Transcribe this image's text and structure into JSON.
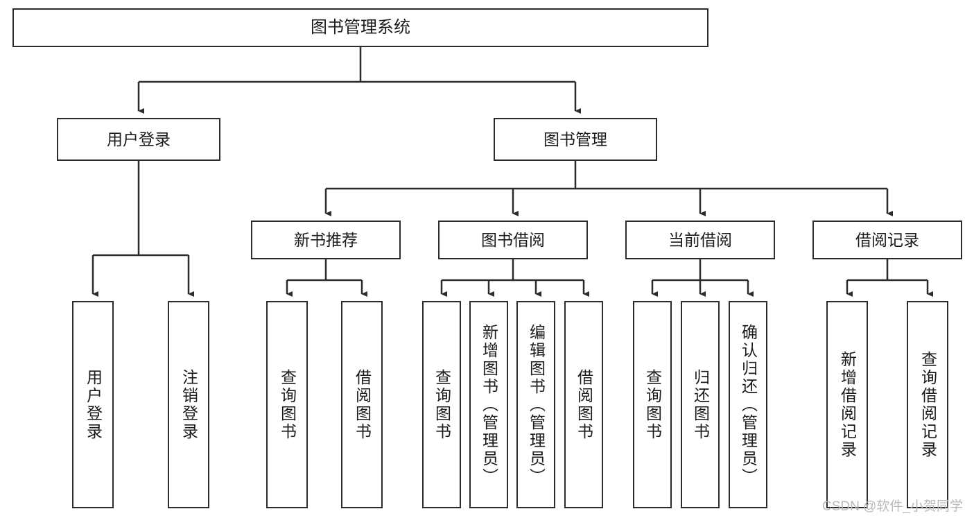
{
  "diagram": {
    "title": "图书管理系统",
    "type": "tree",
    "watermark": "CSDN @软件_小贺同学",
    "colors": {
      "box_border": "#2b2b2b",
      "box_fill": "#ffffff",
      "edge": "#2b2b2b",
      "text": "#1b1b1b",
      "watermark": "#b9b9b9"
    },
    "root": {
      "label": "图书管理系统"
    },
    "level1": [
      {
        "label": "用户登录"
      },
      {
        "label": "图书管理"
      }
    ],
    "level2": [
      {
        "label": "新书推荐"
      },
      {
        "label": "图书借阅"
      },
      {
        "label": "当前借阅"
      },
      {
        "label": "借阅记录"
      }
    ],
    "leaves": {
      "user_login": [
        {
          "label": "用户登录"
        },
        {
          "label": "注销登录"
        }
      ],
      "new_book_recommend": [
        {
          "label": "查询图书"
        },
        {
          "label": "借阅图书"
        }
      ],
      "book_borrow": [
        {
          "label": "查询图书"
        },
        {
          "label": "新增图书（管理员）"
        },
        {
          "label": "编辑图书（管理员）"
        },
        {
          "label": "借阅图书"
        }
      ],
      "current_borrow": [
        {
          "label": "查询图书"
        },
        {
          "label": "归还图书"
        },
        {
          "label": "确认归还（管理员）"
        }
      ],
      "borrow_record": [
        {
          "label": "新增借阅记录"
        },
        {
          "label": "查询借阅记录"
        }
      ]
    }
  }
}
